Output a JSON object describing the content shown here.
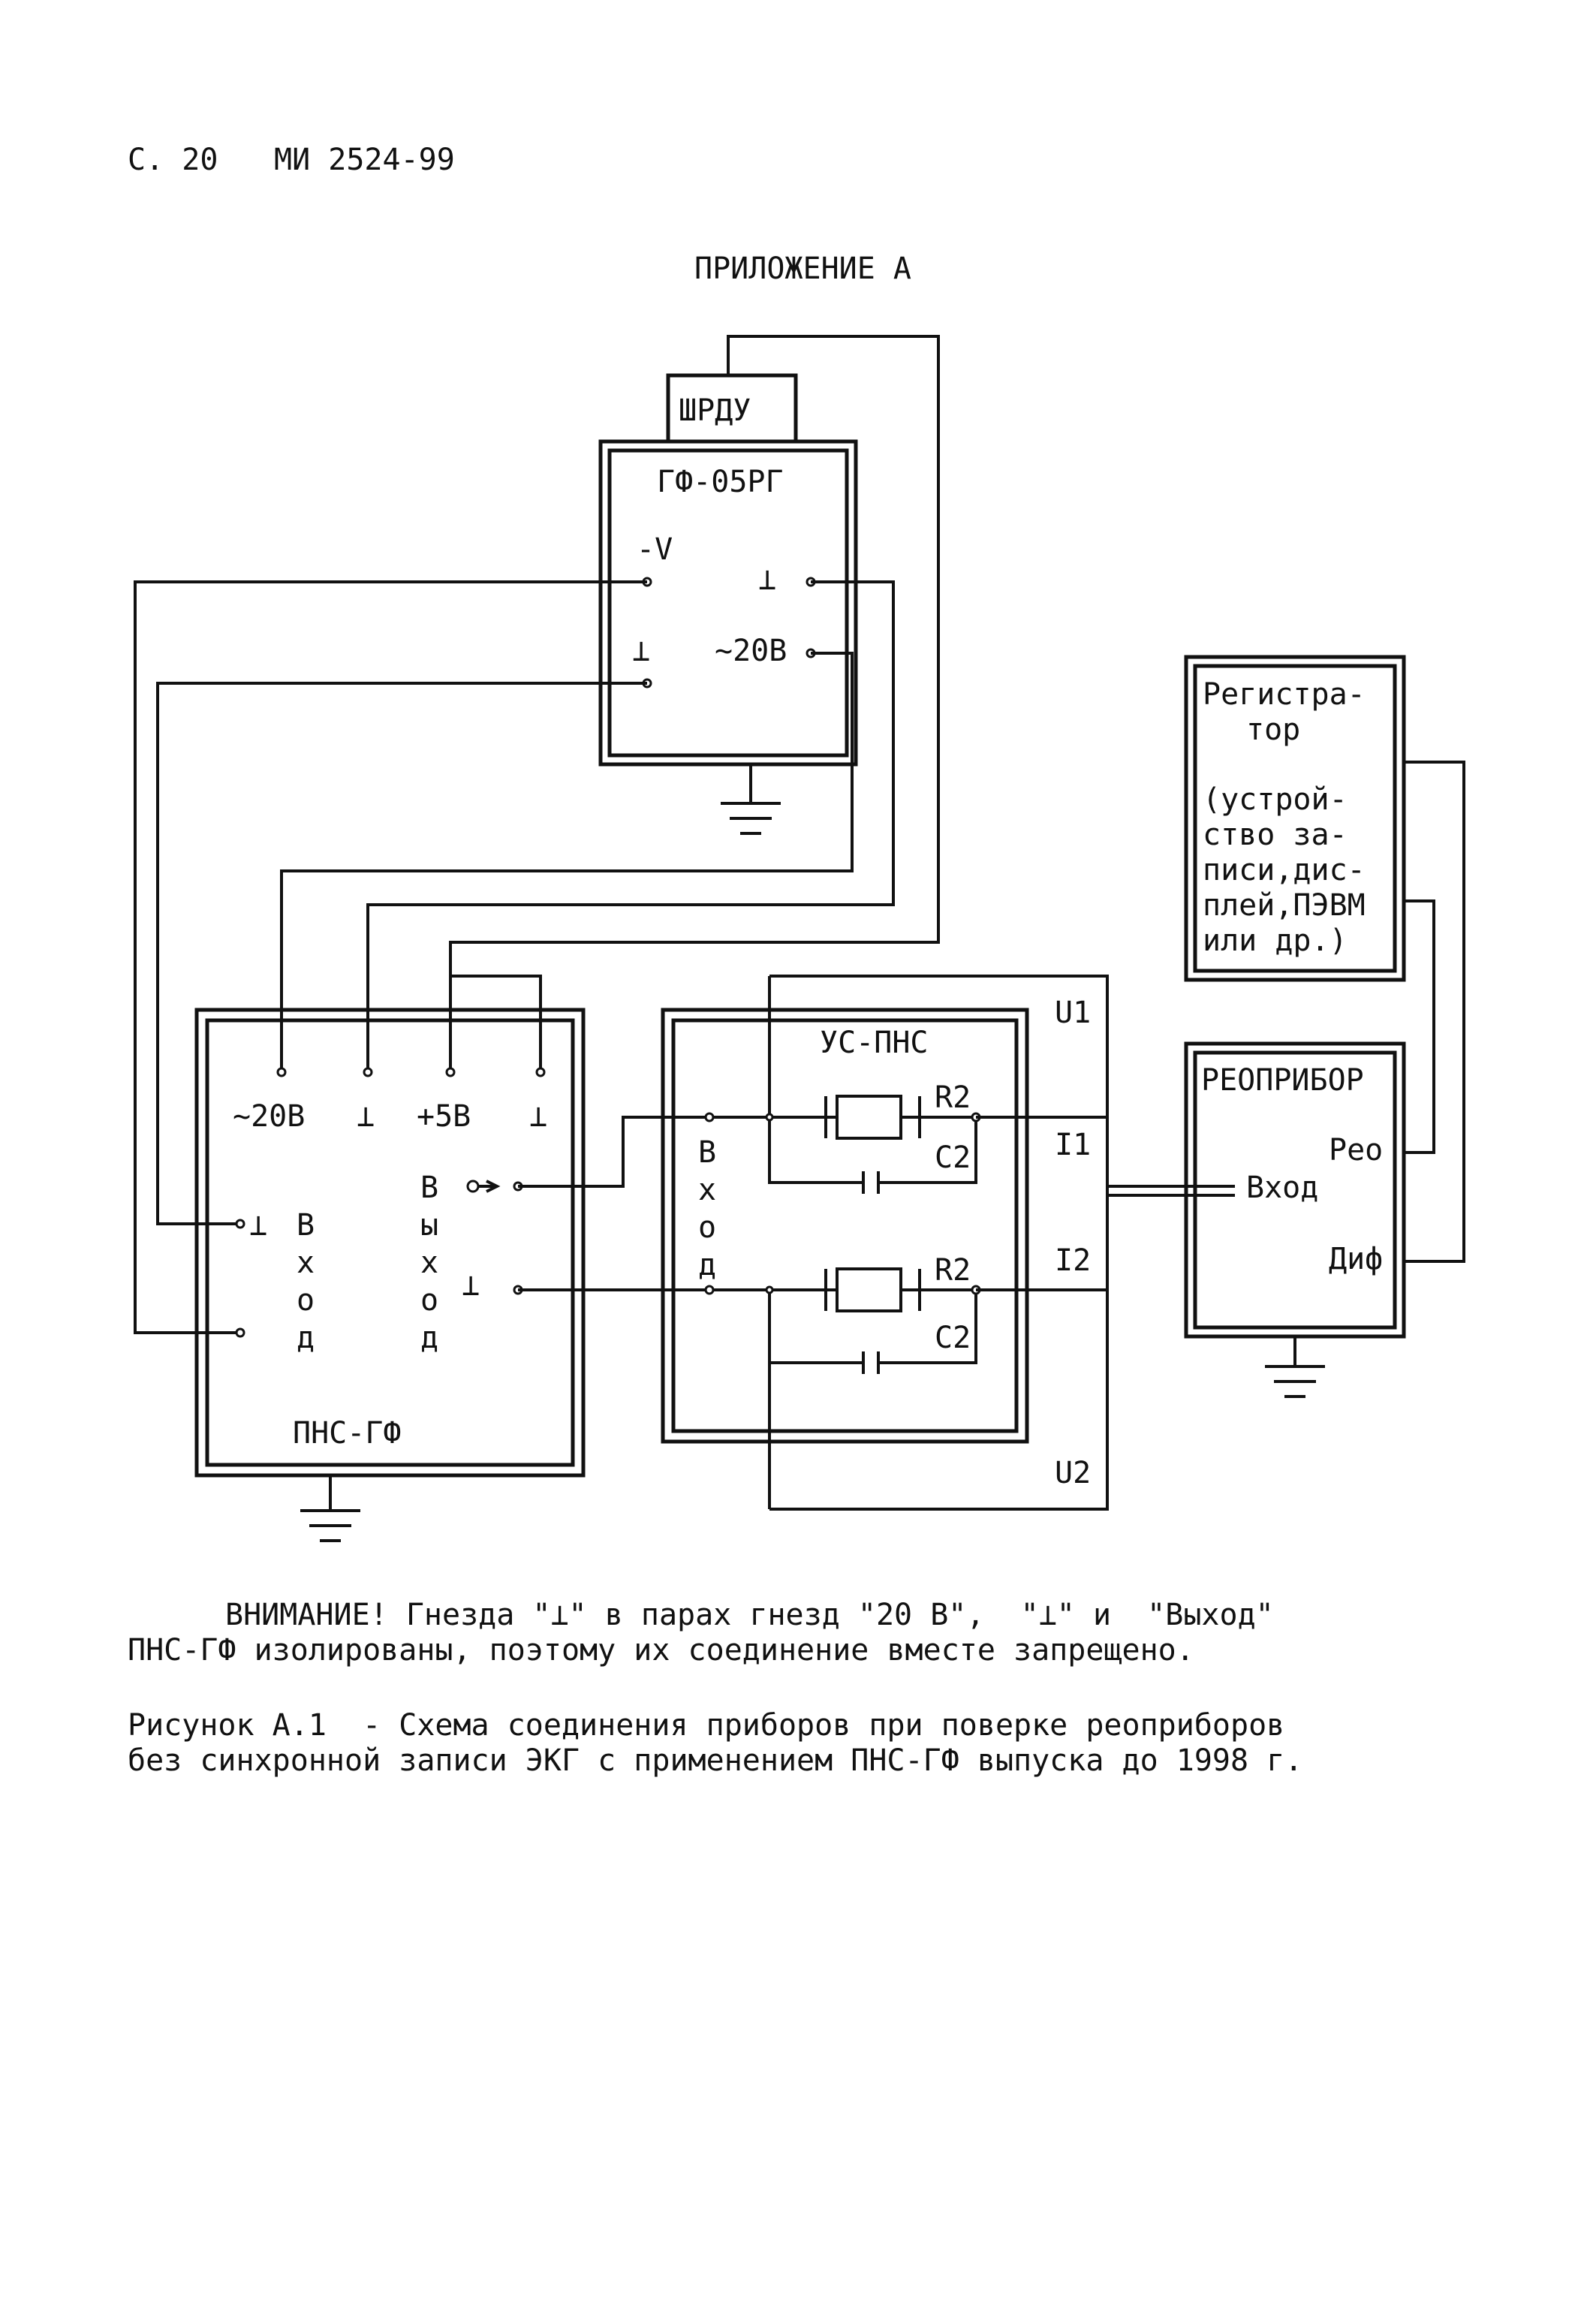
{
  "header": {
    "page": "С. 20",
    "doc": "МИ 2524-99"
  },
  "appendix_title": "ПРИЛОЖЕНИЕ А",
  "diagram": {
    "shrdu": "ШРДУ",
    "gf": {
      "title": "ГФ-05РГ",
      "minus_v": "-V",
      "ground": "⊥",
      "v20": "~20В"
    },
    "pns": {
      "title": "ПНС-ГФ",
      "top_labels": [
        "~20В",
        "⊥",
        "+5В",
        "⊥"
      ],
      "input_letters": [
        "В",
        "х",
        "о",
        "д"
      ],
      "output_letters": [
        "В",
        "ы",
        "х",
        "о",
        "д"
      ],
      "ground": "⊥"
    },
    "us": {
      "title": "УС-ПНС",
      "input_letters": [
        "В",
        "х",
        "о",
        "д"
      ],
      "r_label": "R2",
      "c_label": "C2",
      "u1": "U1",
      "u2": "U2",
      "i1": "I1",
      "i2": "I2"
    },
    "registrator": {
      "lines": [
        "Регистра-",
        "тор",
        "",
        "(устрой-",
        "ство за-",
        "писи,дис-",
        "плей,ПЭВМ",
        "или др.)"
      ]
    },
    "reo": {
      "title": "РЕОПРИБОР",
      "reo": "Рео",
      "input": "Вход",
      "dif": "Диф"
    }
  },
  "notice": {
    "line1": "ВНИМАНИЕ! Гнезда \"⊥\" в парах гнезд \"20 В\",  \"⊥\" и  \"Выход\"",
    "line2": "ПНС-ГФ изолированы, поэтому их соединение вместе запрещено."
  },
  "caption": {
    "line1": "Рисунок А.1  - Схема соединения приборов при поверке реоприборов",
    "line2": "без синхронной записи ЭКГ с применением ПНС-ГФ выпуска до 1998 г."
  }
}
